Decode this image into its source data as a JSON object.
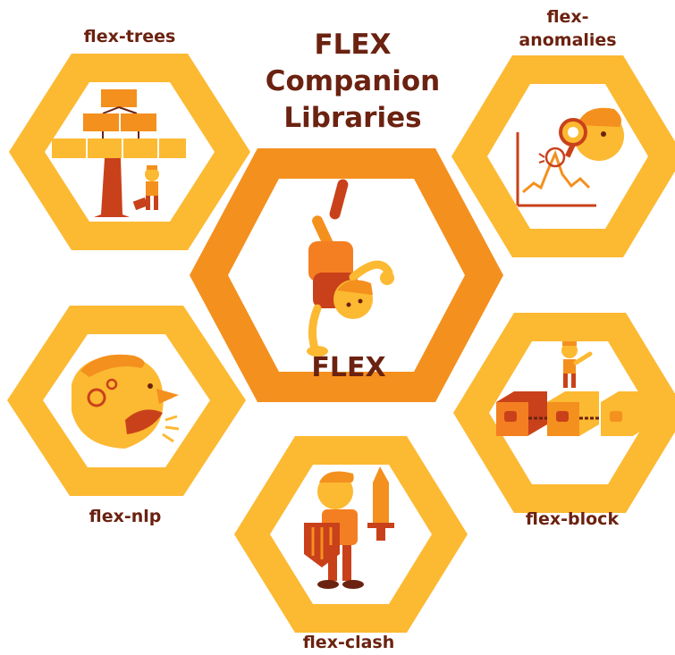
{
  "title": {
    "line1": "FLEX",
    "line2": "Companion",
    "line3": "Libraries"
  },
  "center": {
    "label": "FLEX"
  },
  "libraries": [
    {
      "label": "flex-trees",
      "icon": "tree-icon"
    },
    {
      "label_line1": "flex-",
      "label_line2": "anomalies",
      "icon": "magnifier-chart-icon"
    },
    {
      "label": "flex-nlp",
      "icon": "speaking-head-icon"
    },
    {
      "label": "flex-block",
      "icon": "chained-blocks-icon"
    },
    {
      "label": "flex-clash",
      "icon": "sword-shield-icon"
    }
  ],
  "colors": {
    "hex_fill": "#fcb932",
    "hex_center_fill": "#f4901e",
    "text": "#6b2210",
    "dark_orange": "#c9411a",
    "orange": "#f47f22",
    "yellow": "#fcb932"
  }
}
